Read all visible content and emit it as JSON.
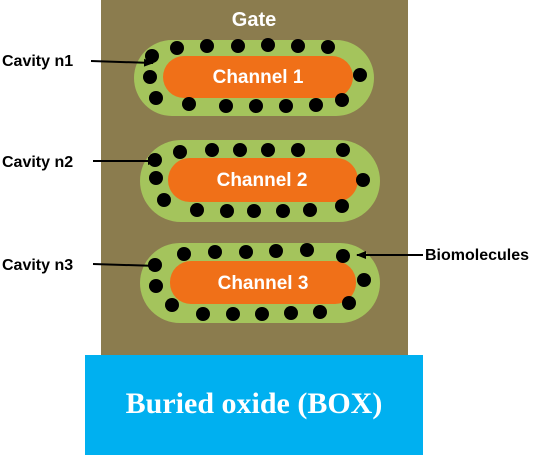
{
  "gate": {
    "label": "Gate",
    "color": "#8b7c4e"
  },
  "box": {
    "label": "Buried oxide (BOX)",
    "color": "#00b0f0"
  },
  "colors": {
    "cavity": "#a4c45c",
    "channel": "#f07018",
    "molecule": "#000000",
    "arrow": "#000000"
  },
  "cavities": [
    {
      "label": "Cavity n1",
      "channel_label": "Channel 1"
    },
    {
      "label": "Cavity n2",
      "channel_label": "Channel 2"
    },
    {
      "label": "Cavity n3",
      "channel_label": "Channel 3"
    }
  ],
  "biomolecules": {
    "label": "Biomolecules"
  }
}
